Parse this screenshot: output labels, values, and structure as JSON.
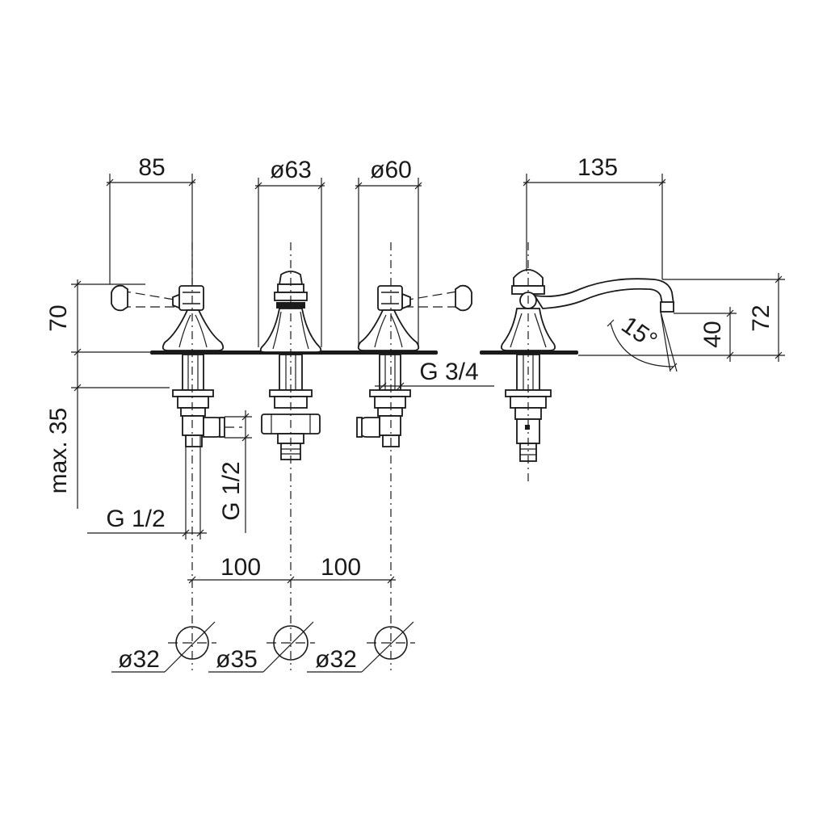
{
  "dimensions": {
    "width_85": "85",
    "dia_63": "ø63",
    "dia_60": "ø60",
    "width_135": "135",
    "height_70": "70",
    "height_72": "72",
    "height_40": "40",
    "angle_15": "15°",
    "max_35": "max. 35",
    "thread_g34": "G 3/4",
    "thread_g12_left": "G 1/2",
    "thread_g12_vertical": "G 1/2",
    "spacing_100_left": "100",
    "spacing_100_right": "100",
    "hole_dia_32_left": "ø32",
    "hole_dia_35": "ø35",
    "hole_dia_32_right": "ø32"
  },
  "colors": {
    "ink": "#1a1a1a",
    "paper": "#ffffff"
  }
}
